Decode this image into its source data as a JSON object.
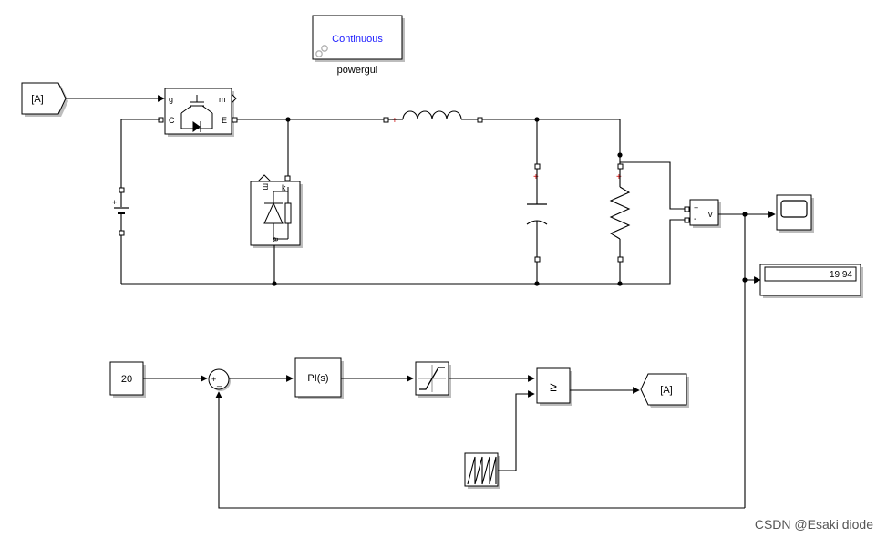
{
  "powergui": {
    "mode_label": "Continuous",
    "block_label": "powergui"
  },
  "goto_from": {
    "from_tag": "[A]",
    "goto_tag": "[A]"
  },
  "igbt": {
    "port_g": "g",
    "port_m": "m",
    "port_c": "C",
    "port_e": "E"
  },
  "dc_source": {
    "plus": "+"
  },
  "diode": {
    "port_m": "m",
    "port_k": "k",
    "port_a": "a"
  },
  "inductor": {
    "marker": "+"
  },
  "capacitor": {
    "marker": "+"
  },
  "resistor": {
    "marker": "+"
  },
  "voltage_measurement": {
    "plus": "+",
    "minus": "-",
    "out": "v"
  },
  "display": {
    "value": "19.94"
  },
  "constant": {
    "value": "20"
  },
  "sum": {
    "plus": "+",
    "minus": "_"
  },
  "pi_controller": {
    "label": "PI(s)"
  },
  "relational_operator": {
    "label": "≥"
  },
  "watermark": {
    "text": "CSDN @Esaki diode"
  }
}
